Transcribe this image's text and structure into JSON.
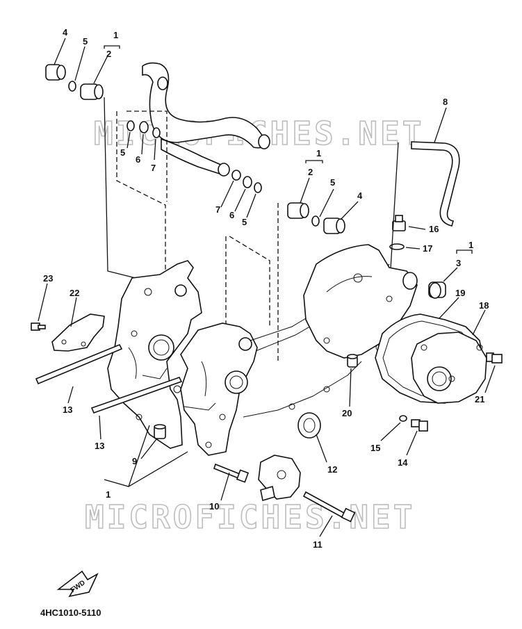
{
  "diagram": {
    "part_code": "4HC1010-5110",
    "watermark": "MICROFICHES.NET",
    "fwd_label": "FWD",
    "callouts": [
      "4",
      "5",
      "1",
      "2",
      "5",
      "6",
      "7",
      "8",
      "1",
      "2",
      "5",
      "4",
      "7",
      "6",
      "5",
      "16",
      "17",
      "1",
      "3",
      "23",
      "22",
      "19",
      "18",
      "13",
      "13",
      "9",
      "1",
      "10",
      "20",
      "12",
      "15",
      "14",
      "21",
      "11"
    ]
  }
}
